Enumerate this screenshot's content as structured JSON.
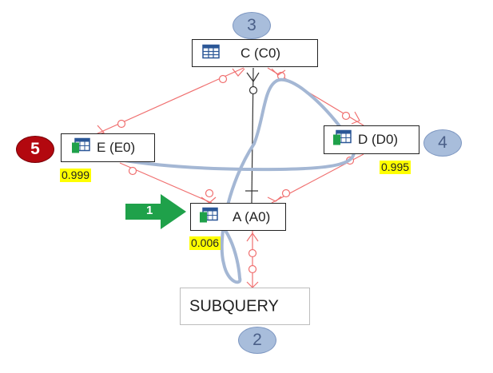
{
  "nodes": {
    "c": {
      "label": "C (C0)",
      "icon": "table-icon"
    },
    "e": {
      "label": "E (E0)",
      "icon": "table-icon",
      "score": "0.999"
    },
    "d": {
      "label": "D (D0)",
      "icon": "table-icon",
      "score": "0.995"
    },
    "a": {
      "label": "A (A0)",
      "icon": "table-icon",
      "score": "0.006"
    },
    "subquery": {
      "label": "SUBQUERY"
    }
  },
  "badges": {
    "b1": "1",
    "b2": "2",
    "b3": "3",
    "b4": "4",
    "b5": "5"
  },
  "colors": {
    "edge": "#f07070",
    "path": "#a4b7d4",
    "score_highlight": "#ffff00",
    "badge_blue": "#a8bddb",
    "badge_red": "#b3080f",
    "arrow": "#1fa14a"
  }
}
